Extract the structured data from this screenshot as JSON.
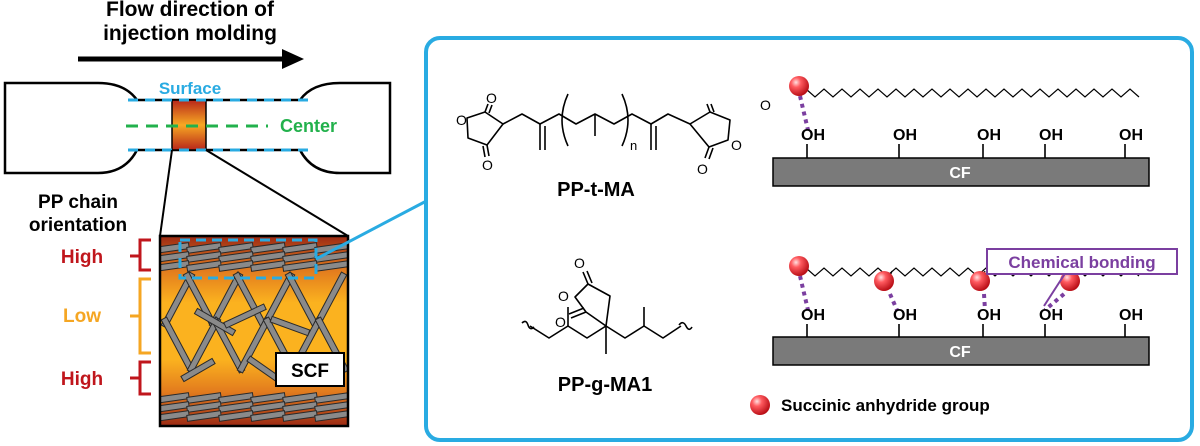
{
  "left_panel": {
    "flow_line1": "Flow direction of",
    "flow_line2": "injection molding",
    "surface_label": "Surface",
    "center_label": "Center",
    "orientation_line1": "PP chain",
    "orientation_line2": "orientation",
    "level_high_top": "High",
    "level_low": "Low",
    "level_high_bottom": "High",
    "scf_label": "SCF"
  },
  "right_panel": {
    "pp_t_ma_name": "PP-t-MA",
    "pp_g_ma1_name": "PP-g-MA1",
    "n_subscript": "n",
    "oh_label": "OH",
    "cf_label": "CF",
    "chemical_bonding_label": "Chemical bonding",
    "legend_label": "Succinic anhydride group",
    "atom_o": "O"
  },
  "colors": {
    "surface_blue": "#29abe2",
    "center_green": "#22b14c",
    "high_red": "#c0161c",
    "low_orange": "#f5a623",
    "bond_purple": "#7b3fa0",
    "cf_gray": "#7a7a7a",
    "sphere_red": "#e8202a"
  }
}
